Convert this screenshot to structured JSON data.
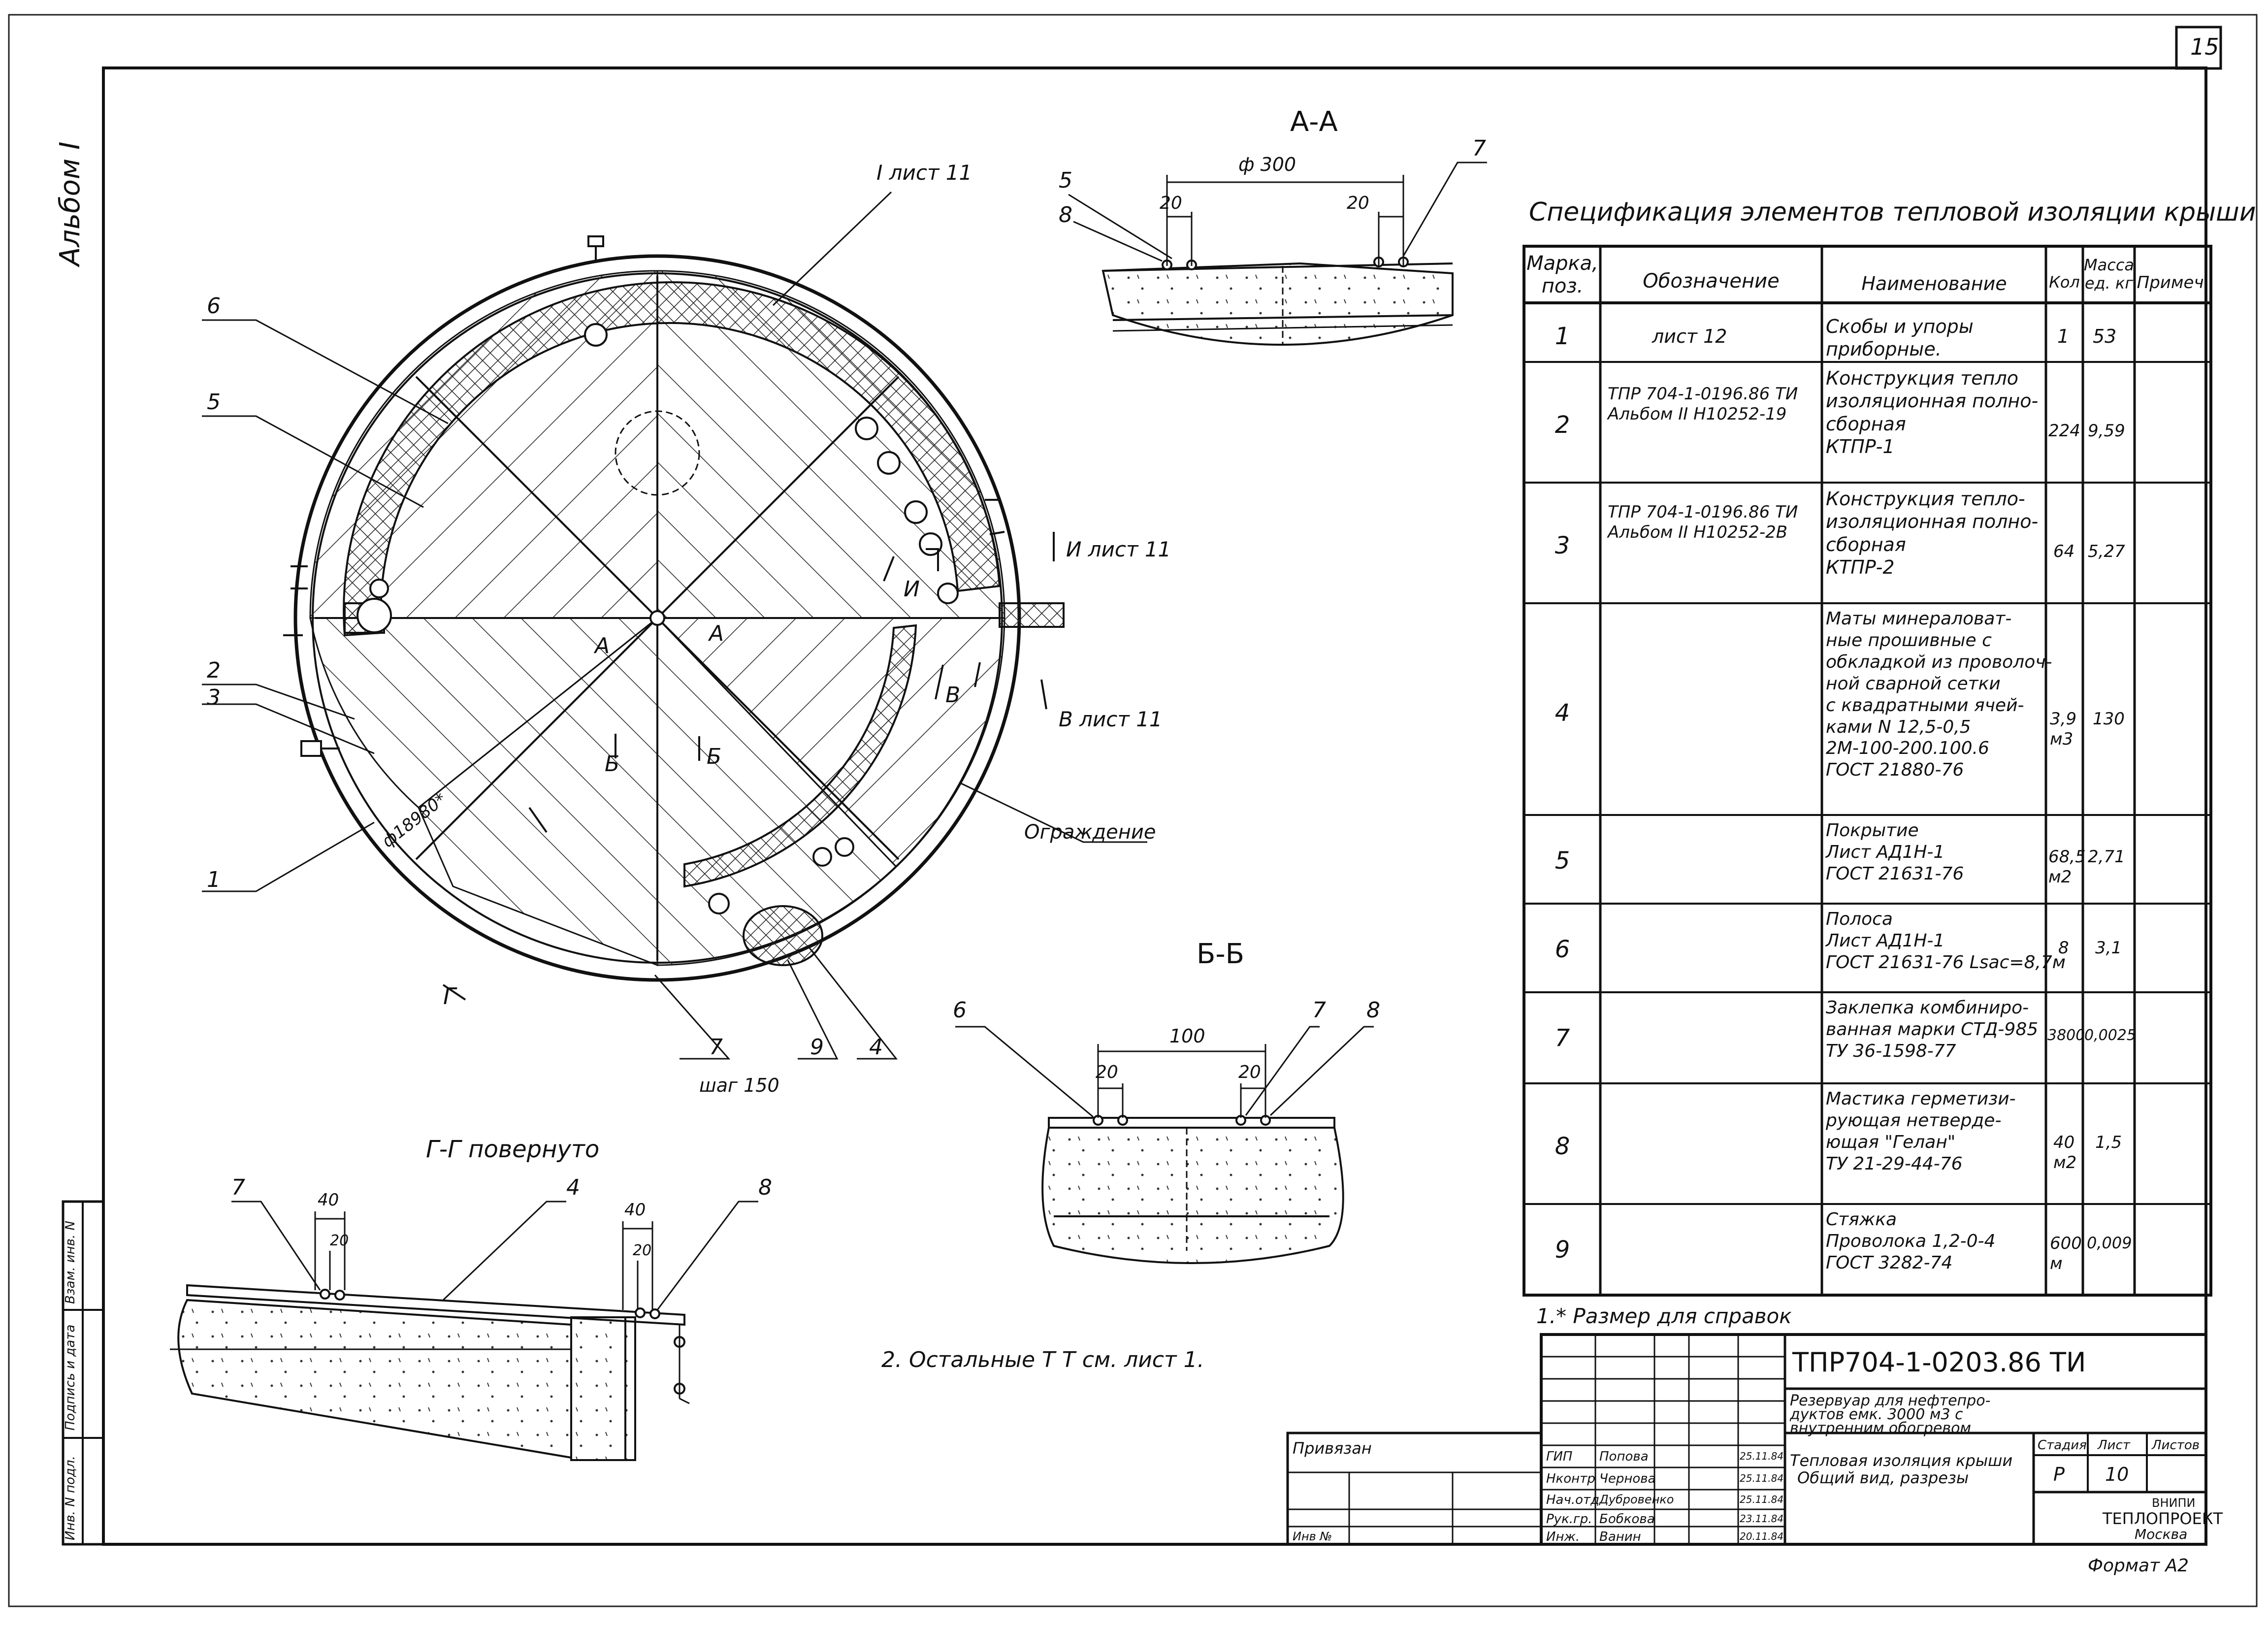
{
  "sheet": {
    "page_number": "15",
    "album_label": "Альбом I",
    "format_label": "Формат А2"
  },
  "drawing": {
    "section_aa_title": "А-А",
    "section_bb_title": "Б-Б",
    "section_gg_title": "Г-Г повернуто",
    "section_aa": {
      "dim_total": "ф 300",
      "dim_left": "20",
      "dim_right": "20"
    },
    "section_bb": {
      "dim_total": "100",
      "dim_left": "20",
      "dim_right": "20"
    },
    "section_gg": {
      "dim_left_outer": "40",
      "dim_left_inner": "20",
      "dim_right_outer": "40",
      "dim_right_inner": "20"
    },
    "plan_diameter": "ф18980*",
    "step_label": "шаг 150",
    "fence_label": "Ограждение",
    "view_ref_top": "I  лист 11",
    "view_ref_i": "И  лист 11",
    "view_ref_v": "В  лист 11",
    "section_marks": {
      "a": "А",
      "b": "Б",
      "v": "В",
      "i": "И",
      "g": "Г"
    },
    "callouts": {
      "plan": [
        "6",
        "5",
        "2",
        "3",
        "1",
        "7",
        "9",
        "4"
      ],
      "aa": [
        "5",
        "8",
        "7"
      ],
      "bb": [
        "6",
        "7",
        "8"
      ],
      "gg": [
        "7",
        "4",
        "8"
      ]
    }
  },
  "notes": {
    "note1": "1.* Размер для справок",
    "note2": "2. Остальные   Т Т  см.  лист 1."
  },
  "spec": {
    "title": "Спецификация  элементов тепловой изоляции крыши",
    "headers": [
      "Марка, поз.",
      "Обозначение",
      "Наименование",
      "Кол",
      "Масса ед. кг",
      "Примеч."
    ],
    "rows": [
      {
        "pos": "1",
        "designation": "лист  12",
        "name": "Скобы и упоры\nприборные.",
        "qty": "1",
        "mass": "53",
        "note": ""
      },
      {
        "pos": "2",
        "designation": "ТПР 704-1-0196.86 ТИ\nАльбом II Н10252-19",
        "name": "Конструкция тепло\nизоляционная полно-\nсборная\n      КТПР-1",
        "qty": "224",
        "mass": "9,59",
        "note": ""
      },
      {
        "pos": "3",
        "designation": "ТПР 704-1-0196.86 ТИ\nАльбом II Н10252-2В",
        "name": "Конструкция тепло-\nизоляционная полно-\nсборная\n      КТПР-2",
        "qty": "64",
        "mass": "5,27",
        "note": ""
      },
      {
        "pos": "4",
        "designation": "",
        "name": "Маты минераловат-\nные прошивные с\nобкладкой из проволоч-\nной сварной сетки\nс квадратными ячей-\nками  N 12,5-0,5\n  2М-100-200.100.6\n  ГОСТ 21880-76",
        "qty": "3,9\nм3",
        "mass": "130",
        "note": ""
      },
      {
        "pos": "5",
        "designation": "",
        "name": "    Покрытие\n Лист АД1Н-1\n ГОСТ 21631-76",
        "qty": "68,5\nм2",
        "mass": "2,71",
        "note": ""
      },
      {
        "pos": "6",
        "designation": "",
        "name": "    Полоса\n Лист АД1Н-1\n ГОСТ 21631-76 Lsac=8,7м",
        "qty": "8",
        "mass": "3,1",
        "note": ""
      },
      {
        "pos": "7",
        "designation": "",
        "name": "Заклепка комбиниро-\nванная марки СТД-985\n  ТУ 36-1598-77",
        "qty": "3800",
        "mass": "0,0025",
        "note": ""
      },
      {
        "pos": "8",
        "designation": "",
        "name": " Мастика герметизи-\n рующая нетверде-\n ющая  \"Гелан\"\n  ТУ 21-29-44-76",
        "qty": "40\nм2",
        "mass": "1,5",
        "note": ""
      },
      {
        "pos": "9",
        "designation": "",
        "name": "      Стяжка\n Проволока 1,2-0-4\n  ГОСТ 3282-74",
        "qty": "600\nм",
        "mass": "0,009",
        "note": ""
      }
    ]
  },
  "title_block": {
    "doc_code": "ТПР704-1-0203.86     ТИ",
    "project_line1": "Резервуар для нефтепро-",
    "project_line2": "дуктов емк. 3000 м3 с",
    "project_line3": "внутренним обогревом",
    "sheet_line1": "Тепловая изоляция крыши",
    "sheet_line2": "Общий вид, разрезы",
    "stage_label": "Стадия",
    "sheet_label": "Лист",
    "sheets_label": "Листов",
    "stage_value": "Р",
    "sheet_value": "10",
    "org_line1": "ВНИПИ",
    "org_line2": "ТЕПЛОПРОЕКТ",
    "org_line3": "Москва",
    "privyazan": "Привязан",
    "inv_label": "Инв №",
    "roles": [
      "ГИП",
      "Нконтр",
      "Нач.отд",
      "Рук.гр.",
      "Инж."
    ],
    "names": [
      "Попова",
      "Чернова",
      "Дубровенко",
      "Бобкова",
      "Ванин"
    ],
    "dates": [
      "25.11.84",
      "25.11.84",
      "25.11.84",
      "23.11.84",
      "20.11.84"
    ],
    "side_labels": [
      "Взам. инв. N",
      "Подпись и дата",
      "Инв. N подл."
    ]
  }
}
